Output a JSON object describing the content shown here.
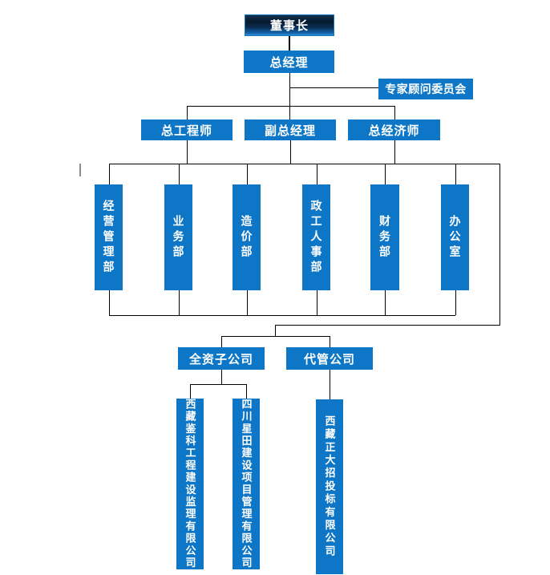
{
  "colors": {
    "node_blue": "#0d76c6",
    "chairman_gradient_top": "#0a1c30",
    "chairman_gradient_bottom": "#2f93d8",
    "connector_line": "#000000",
    "node_text": "#ffffff"
  },
  "nodes": {
    "chairman": {
      "label": "董事长"
    },
    "general_manager": {
      "label": "总经理"
    },
    "expert_committee": {
      "label": "专家顾问委员会"
    },
    "chief_engineer": {
      "label": "总工程师"
    },
    "deputy_general_manager": {
      "label": "副总经理"
    },
    "chief_economist": {
      "label": "总经济师"
    },
    "dept_operation_management": {
      "label": "经营管理部"
    },
    "dept_business": {
      "label": "业务部"
    },
    "dept_cost": {
      "label": "造价部"
    },
    "dept_political_personnel": {
      "label": "政工人事部"
    },
    "dept_finance": {
      "label": "财务部"
    },
    "dept_office": {
      "label": "办公室"
    },
    "wholly_owned_subsidiary": {
      "label": "全资子公司"
    },
    "managed_company": {
      "label": "代管公司"
    },
    "company_tibet_jianke": {
      "label": "西藏鉴科工程建设监理有限公司"
    },
    "company_sichuan_xingtian": {
      "label": "四川星田建设项目管理有限公司"
    },
    "company_tibet_zhengda": {
      "label": "西藏正大招投标有限公司"
    }
  }
}
